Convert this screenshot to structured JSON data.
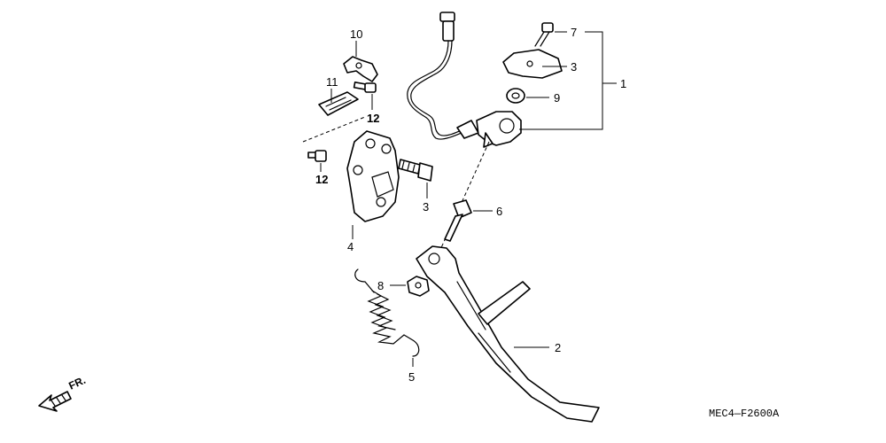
{
  "callouts": {
    "c1": "1",
    "c2": "2",
    "c3a": "3",
    "c3b": "3",
    "c4": "4",
    "c5": "5",
    "c6": "6",
    "c7": "7",
    "c8": "8",
    "c9": "9",
    "c10": "10",
    "c11": "11",
    "c12a": "12",
    "c12b": "12"
  },
  "direction_label": "FR.",
  "diagram_code": "MEC4—F2600A"
}
